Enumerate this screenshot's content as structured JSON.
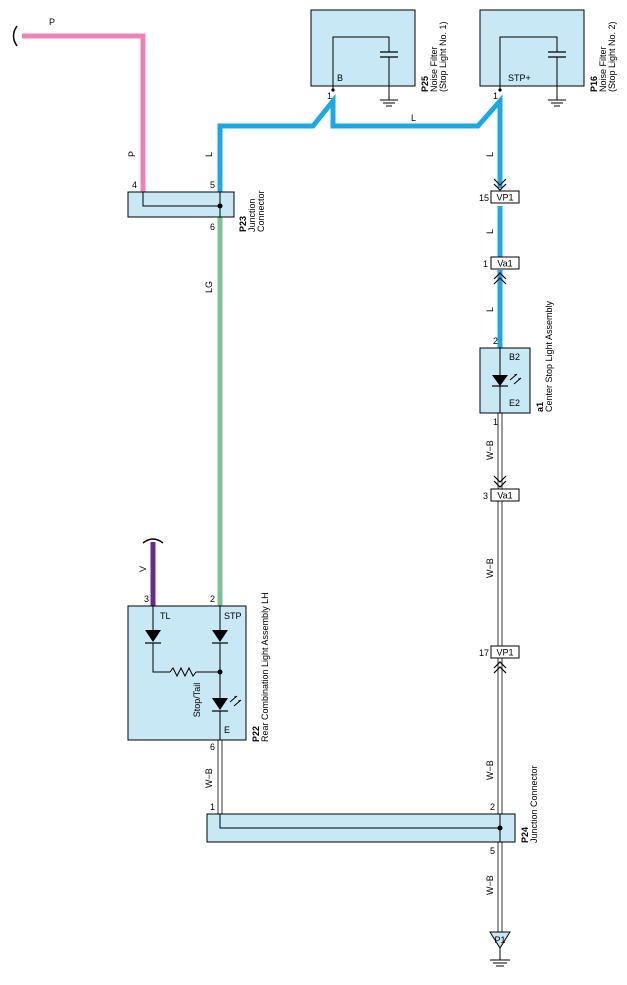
{
  "colors": {
    "wire_pink": "#f080b8",
    "wire_blue": "#1aa9e3",
    "wire_green": "#79c592",
    "wire_purple": "#6a2c8c",
    "component_fill": "#c8e8f6",
    "outline": "#000000"
  },
  "wires": {
    "p": "P",
    "l": "L",
    "lg": "LG",
    "v": "V",
    "wb": "W−B"
  },
  "components": {
    "p25": {
      "code": "P25",
      "line1": "Noise Filter",
      "line2": "(Stop Light No. 1)",
      "terminal": "B",
      "pin": "1"
    },
    "p16": {
      "code": "P16",
      "line1": "Noise Filter",
      "line2": "(Stop Light No. 2)",
      "terminal": "STP+",
      "pin": "1"
    },
    "p23": {
      "code": "P23",
      "line1": "Junction",
      "line2": "Connector",
      "pin_in_p": "4",
      "pin_in_l": "5",
      "pin_out": "6"
    },
    "a1": {
      "code": "a1",
      "name": "Center Stop Light Assembly",
      "term_top": "B2",
      "term_bottom": "E2",
      "pin_top": "2",
      "pin_bottom": "1"
    },
    "p22": {
      "code": "P22",
      "name": "Rear Combination Light Assembly LH",
      "term_tl": "TL",
      "term_stp": "STP",
      "term_led": "Stop/Tail",
      "term_e": "E",
      "pin_tl": "3",
      "pin_stp": "2",
      "pin_e": "6"
    },
    "p24": {
      "code": "P24",
      "name": "Junction Connector",
      "pin_left": "1",
      "pin_right": "2",
      "pin_out": "5"
    },
    "ground": {
      "code": "P1"
    }
  },
  "connectors": {
    "vp1_top": {
      "label": "VP1",
      "pin": "15"
    },
    "va1_top": {
      "label": "Va1",
      "pin": "1"
    },
    "va1_bottom": {
      "label": "Va1",
      "pin": "3"
    },
    "vp1_bottom": {
      "label": "VP1",
      "pin": "17"
    }
  }
}
